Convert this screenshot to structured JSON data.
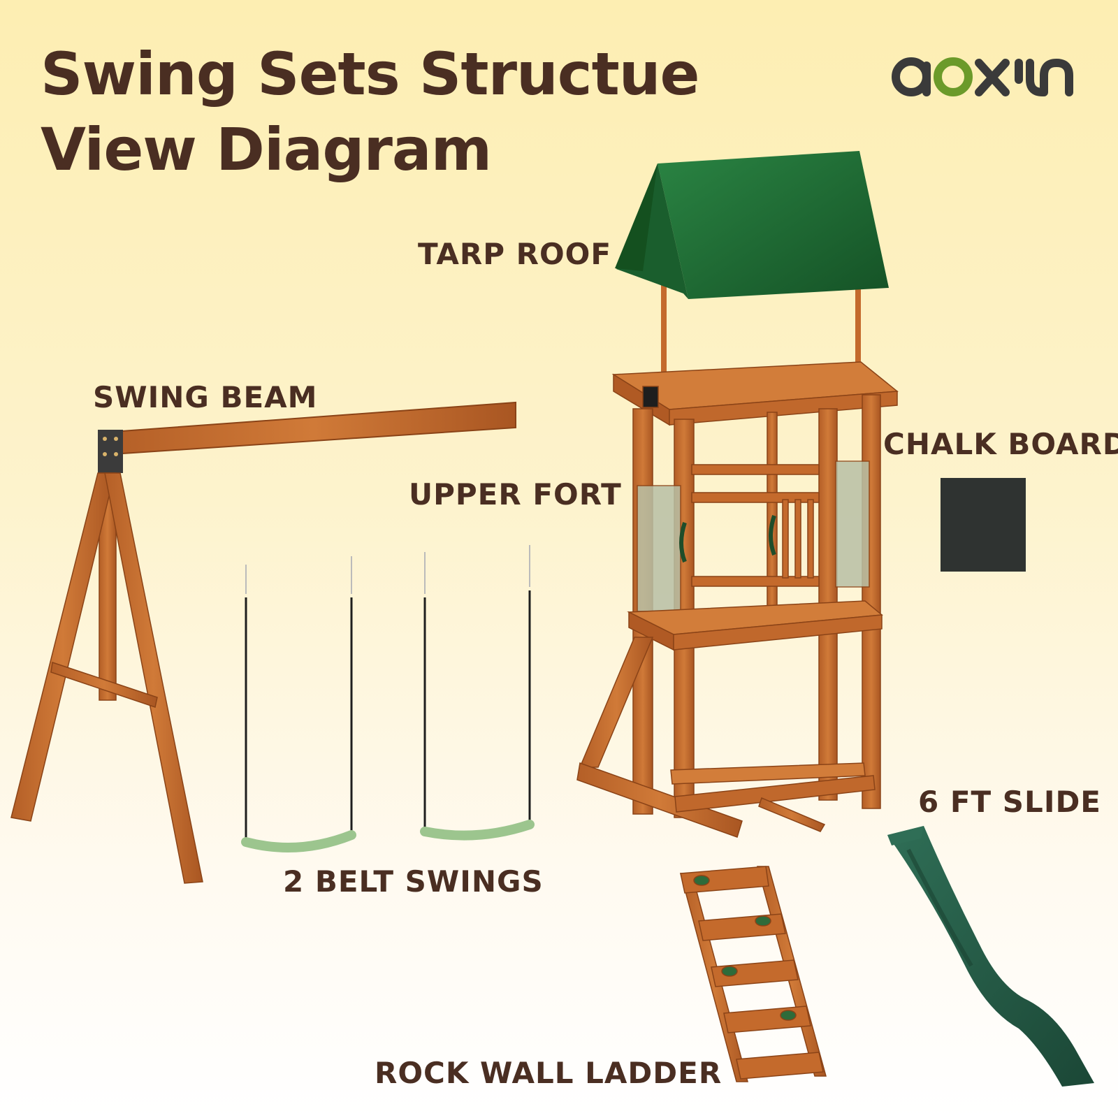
{
  "header": {
    "title_line1": "Swing Sets Structue",
    "title_line2": "View Diagram",
    "brand": "aoxun"
  },
  "labels": {
    "tarp_roof": "TARP ROOF",
    "swing_beam": "SWING BEAM",
    "chalk_board": "CHALK BOARD",
    "upper_fort": "UPPER FORT",
    "belt_swings": "2 BELT SWINGS",
    "slide": "6 FT SLIDE",
    "rock_wall_ladder": "ROCK WALL LADDER"
  },
  "colors": {
    "title_text": "#4a2e22",
    "wood": "#c46a2c",
    "wood_dark": "#9c4d1c",
    "tarp_green": "#1f6b33",
    "slide_green": "#235a45",
    "swing_seat": "#9cc58e",
    "chalkboard": "#2f3331",
    "brand_green": "#6b9a2a"
  }
}
